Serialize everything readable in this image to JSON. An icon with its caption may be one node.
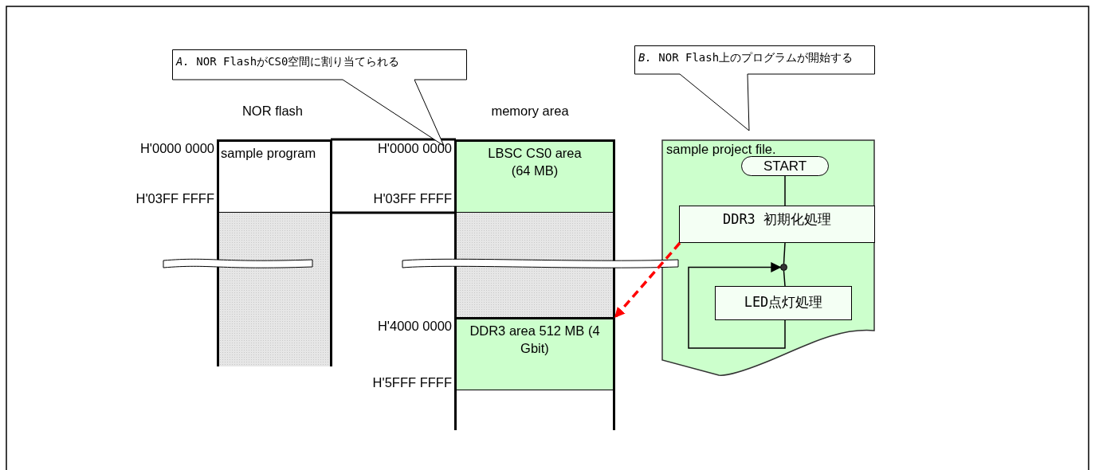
{
  "diagram": {
    "nodes": [
      {
        "text": [
          "*A.* NOR FlashがCS0空間に割り当てられる"
        ]
      },
      {
        "text": [
          "*B.* NOR Flash上のプログラムが開始する"
        ]
      },
      {
        "text": [
          "sample program"
        ]
      },
      {
        "text": [],
        "shape": "box"
      },
      {
        "text": [
          "LBSC CS0 area (64 MB)"
        ]
      },
      {
        "text": [],
        "shape": "box"
      },
      {
        "text": [
          "DDR3 area 512 MB (4 Gbit)"
        ]
      },
      {
        "text": [],
        "shape": "box"
      },
      {
        "text": [
          "sample project file."
        ]
      },
      {
        "text": [
          "START"
        ],
        "in": 8
      },
      {
        "text": [
          "DDR3 初期化処理"
        ],
        "in": 8
      },
      {
        "text": [],
        "shape": "circle",
        "in": 8
      },
      {
        "text": [
          "LED点灯処理"
        ],
        "in": 8
      }
    ],
    "edges": [
      {
        "from": 9,
        "to": 10,
        "arrow": "none"
      },
      {
        "from": 10,
        "to": 11,
        "arrow": "none"
      },
      {
        "from": 11,
        "to": 12,
        "arrow": "none"
      },
      {
        "from": 12,
        "to": 11,
        "arrow": "to"
      },
      {
        "from": 10,
        "to": 6,
        "arrow": "to",
        "style": "dashed",
        "color": "#ff0000"
      }
    ],
    "labels": [
      "NOR flash",
      "memory area",
      "H'0000 0000",
      "H'03FF FFFF",
      "H'0000 0000",
      "H'03FF FFFF",
      "H'4000 0000",
      "H'5FFF FFFF"
    ]
  }
}
